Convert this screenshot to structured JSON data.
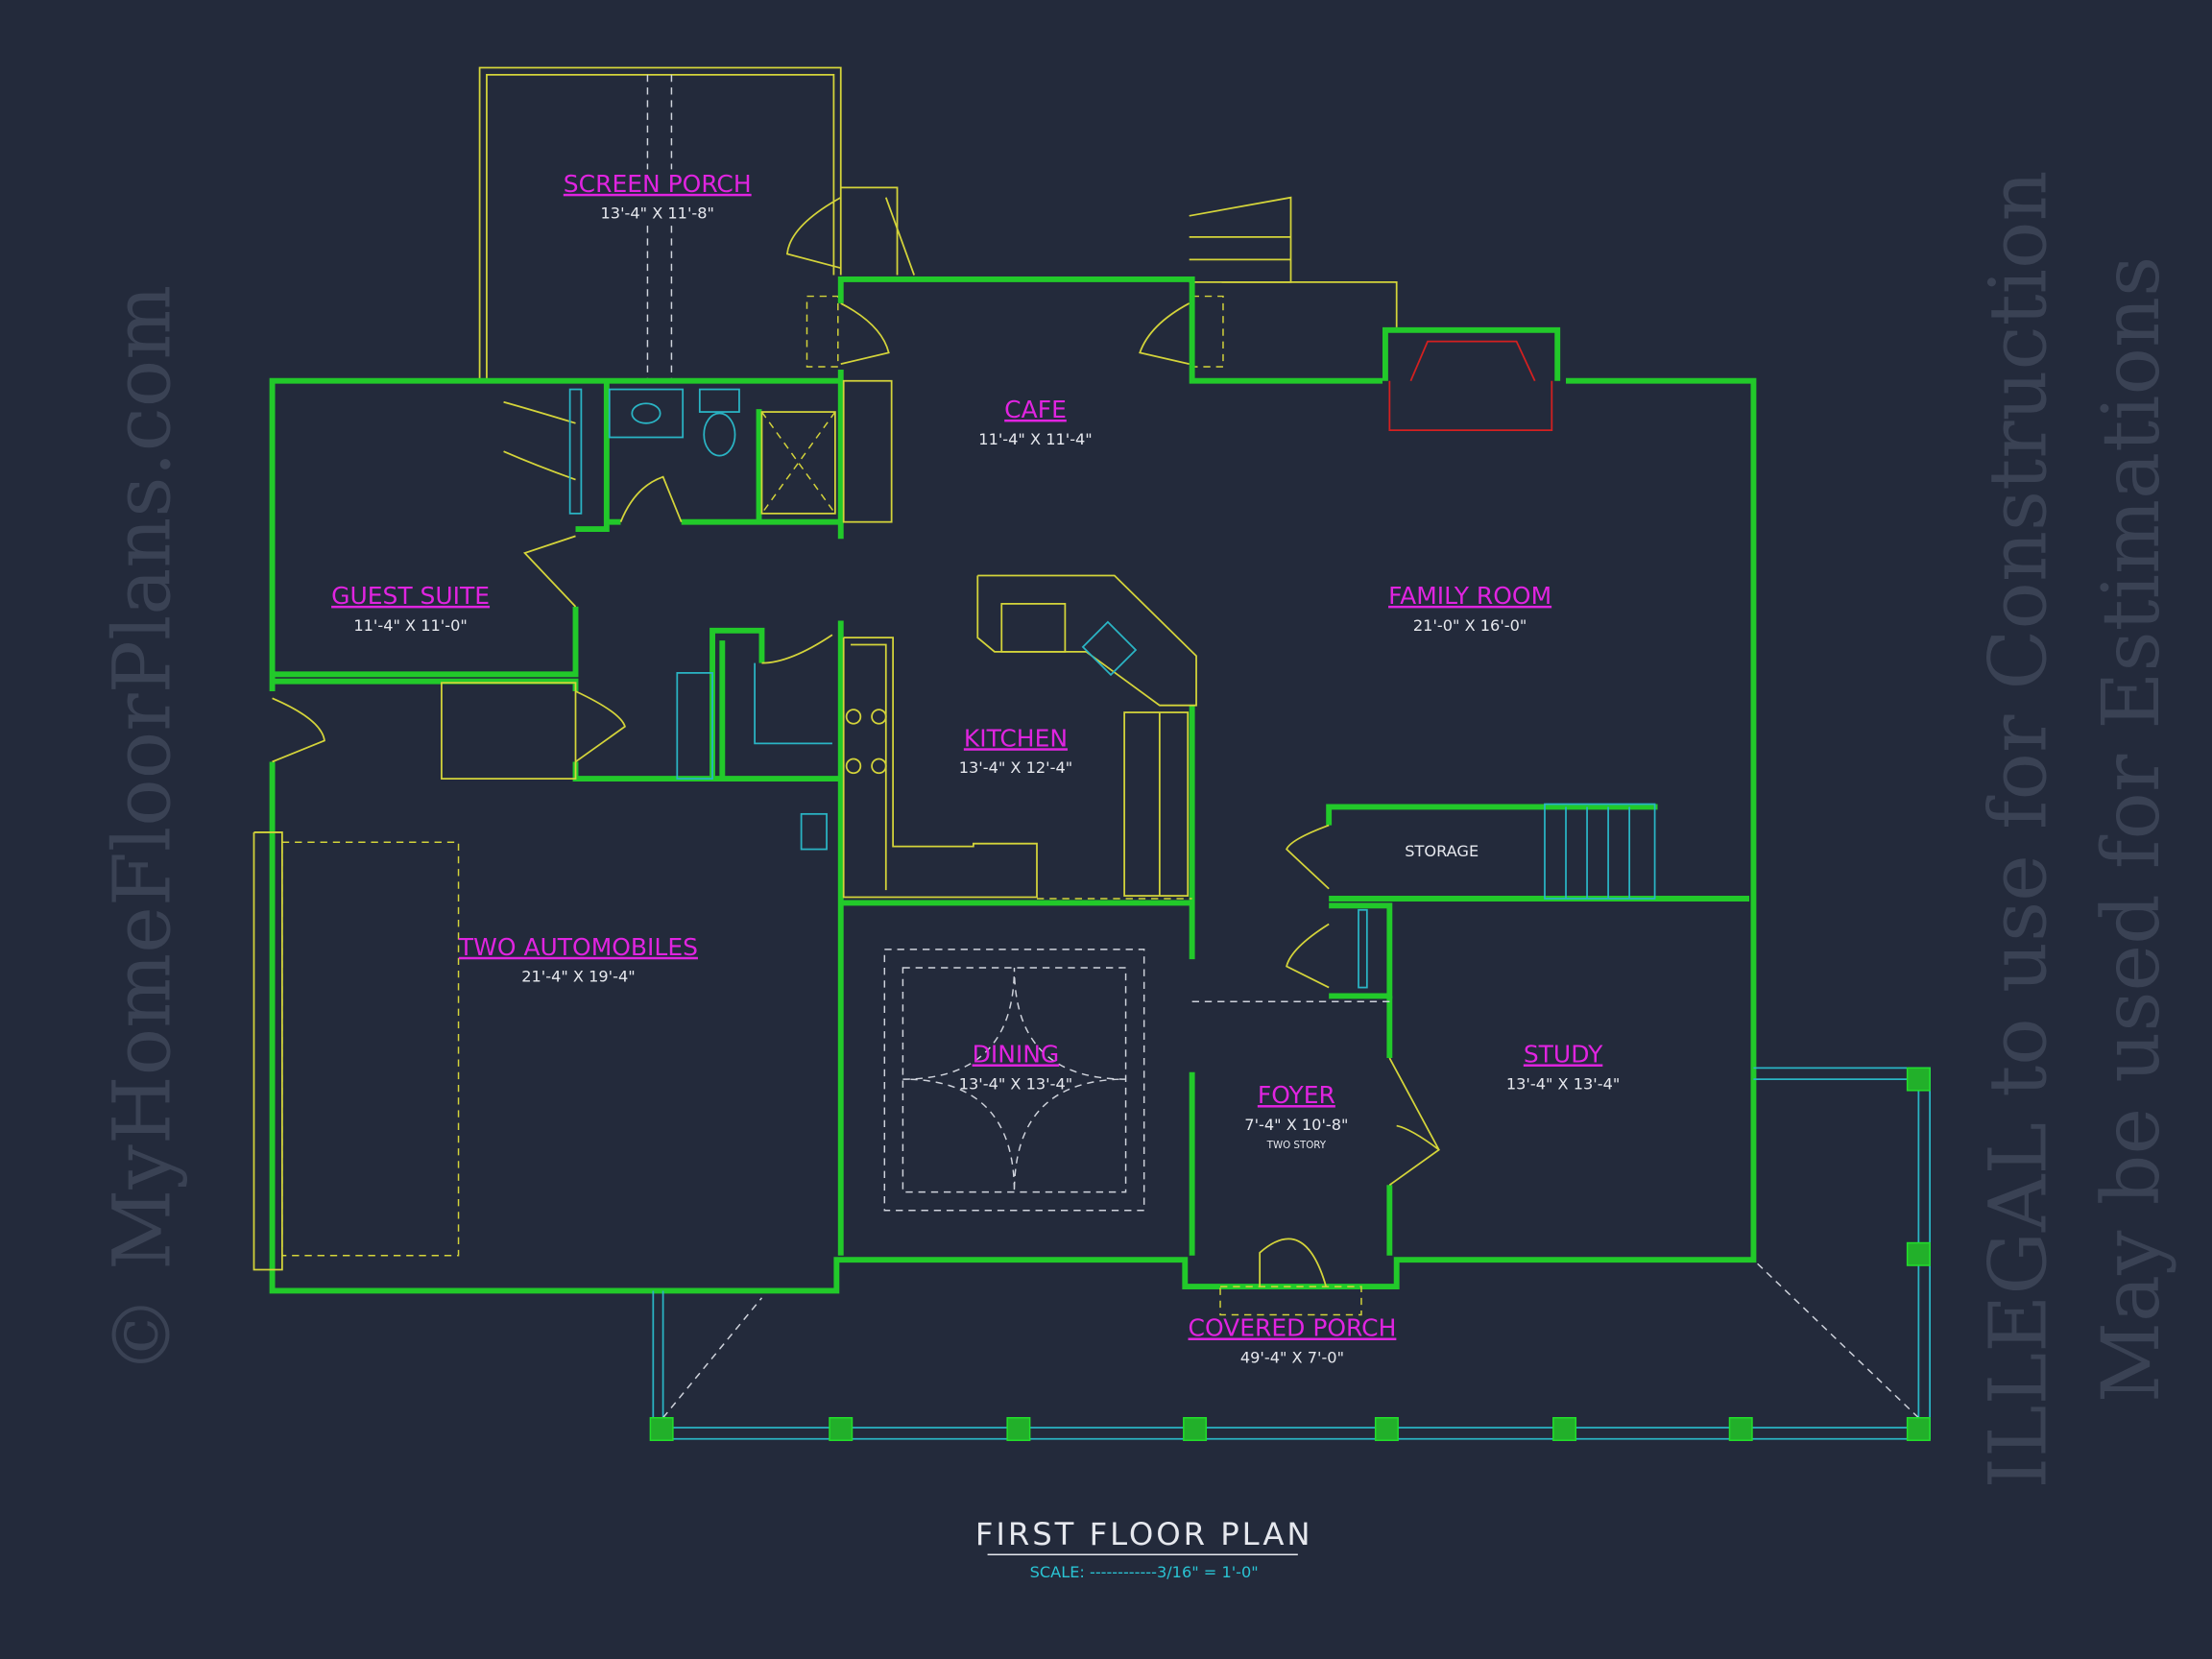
{
  "colors": {
    "background": "#232a3b",
    "walls": "#22c92a",
    "fixtures": "#d4d43a",
    "labels": "#e024e0",
    "dimensions": "#e6e8ee",
    "scale": "#2ac4d4"
  },
  "watermark": {
    "line1": "© MyHomeFloorPlans.com",
    "line2": "ILLEGAL to use for Construction",
    "line3": "May be used for Estimations"
  },
  "rooms": {
    "screen_porch": {
      "name": "SCREEN PORCH",
      "dim": "13'-4\" X 11'-8\""
    },
    "cafe": {
      "name": "CAFE",
      "dim": "11'-4\" X 11'-4\""
    },
    "guest_suite": {
      "name": "GUEST SUITE",
      "dim": "11'-4\" X 11'-0\""
    },
    "family_room": {
      "name": "FAMILY ROOM",
      "dim": "21'-0\" X 16'-0\""
    },
    "kitchen": {
      "name": "KITCHEN",
      "dim": "13'-4\" X 12'-4\""
    },
    "storage": {
      "name": "STORAGE"
    },
    "garage": {
      "name": "TWO AUTOMOBILES",
      "dim": "21'-4\" X 19'-4\""
    },
    "dining": {
      "name": "DINING",
      "dim": "13'-4\" X 13'-4\""
    },
    "study": {
      "name": "STUDY",
      "dim": "13'-4\" X 13'-4\""
    },
    "foyer": {
      "name": "FOYER",
      "dim": "7'-4\" X 10'-8\"",
      "note": "TWO STORY"
    },
    "covered_porch": {
      "name": "COVERED PORCH",
      "dim": "49'-4\" X 7'-0\""
    }
  },
  "title": {
    "text": "FIRST FLOOR PLAN",
    "scale": "SCALE: ------------3/16\" = 1'-0\""
  }
}
